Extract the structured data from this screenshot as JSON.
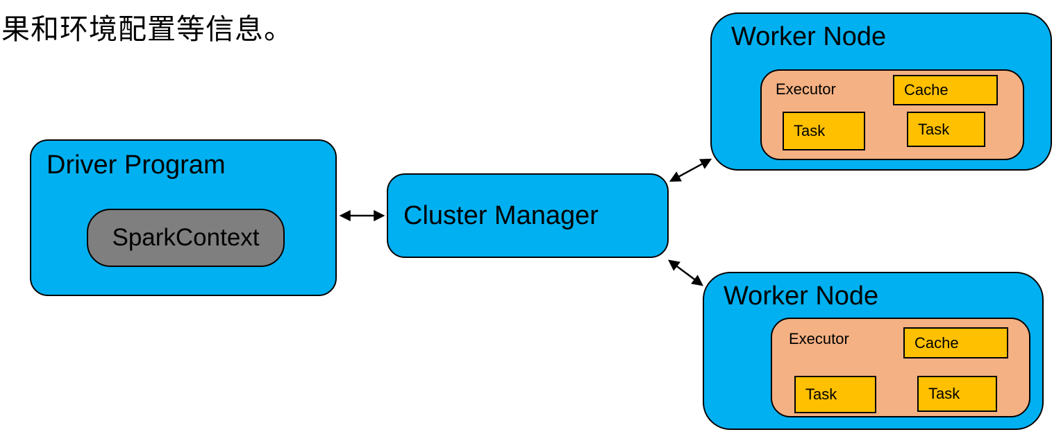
{
  "page": {
    "doc_text": "果和环境配置等信息。"
  },
  "colors": {
    "node_blue": "#00B0F0",
    "executor_peach": "#F4B183",
    "task_gold": "#FFC000",
    "context_gray": "#7F7F7F",
    "line_black": "#000000"
  },
  "diagram": {
    "driver": {
      "title": "Driver Program",
      "context_label": "SparkContext"
    },
    "cluster_manager": {
      "label": "Cluster Manager"
    },
    "workers": [
      {
        "title": "Worker Node",
        "executor": {
          "label": "Executor",
          "cache_label": "Cache",
          "tasks": [
            "Task",
            "Task"
          ]
        }
      },
      {
        "title": "Worker Node",
        "executor": {
          "label": "Executor",
          "cache_label": "Cache",
          "tasks": [
            "Task",
            "Task"
          ]
        }
      }
    ],
    "connections": [
      "driver-to-cluster-manager-bidirectional",
      "cluster-manager-to-worker-1-bidirectional",
      "cluster-manager-to-worker-2-bidirectional"
    ]
  }
}
